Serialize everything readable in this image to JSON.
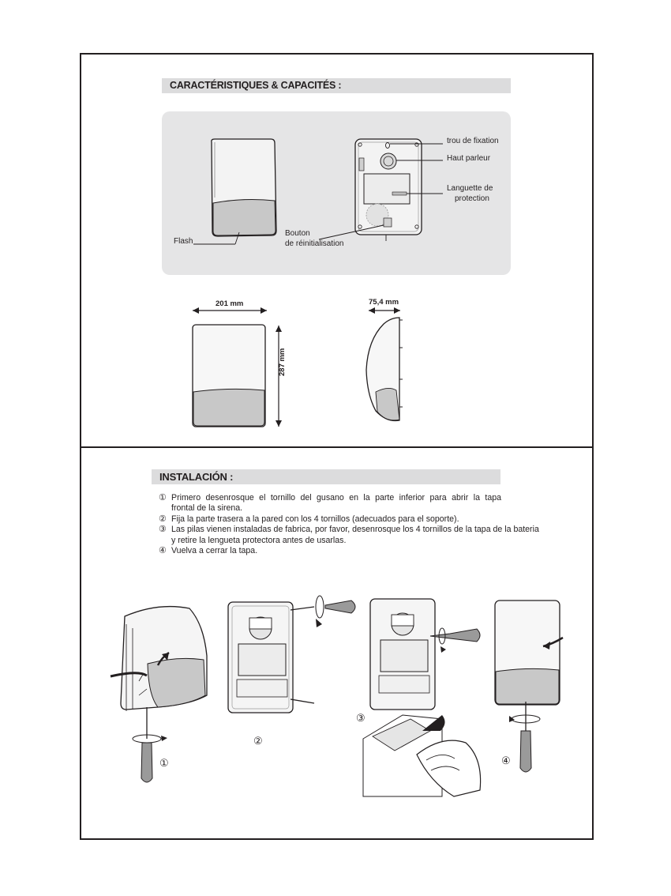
{
  "features": {
    "heading": "CARACTÉRISTIQUES & CAPACITÉS :",
    "labels": {
      "flash": "Flash",
      "reset_line1": "Bouton",
      "reset_line2": "de réinitialisation",
      "mount_hole": "trou de fixation",
      "speaker": "Haut parleur",
      "tab_line1": "Languette de",
      "tab_line2": "protection"
    }
  },
  "dimensions": {
    "width": "201 mm",
    "height": "287 mm",
    "depth": "75,4 mm"
  },
  "install": {
    "heading": "INSTALACIÓN :",
    "steps": [
      {
        "num": "①",
        "line1": "Primero desenrosque el tornillo del gusano en la parte inferior para abrir la tapa",
        "line2": "frontal de la sirena."
      },
      {
        "num": "②",
        "line1": "Fija la parte trasera a la pared con los 4 tornillos (adecuados para el soporte).",
        "line2": ""
      },
      {
        "num": "③",
        "line1": "Las pilas vienen instaladas de fabrica, por favor, desenrosque los 4 tornillos de la tapa de la bateria",
        "line2": "y retire la lengueta protectora antes de usarlas."
      },
      {
        "num": "④",
        "line1": "Vuelva a cerrar la tapa.",
        "line2": ""
      }
    ],
    "callouts": [
      "①",
      "②",
      "③",
      "④"
    ]
  }
}
